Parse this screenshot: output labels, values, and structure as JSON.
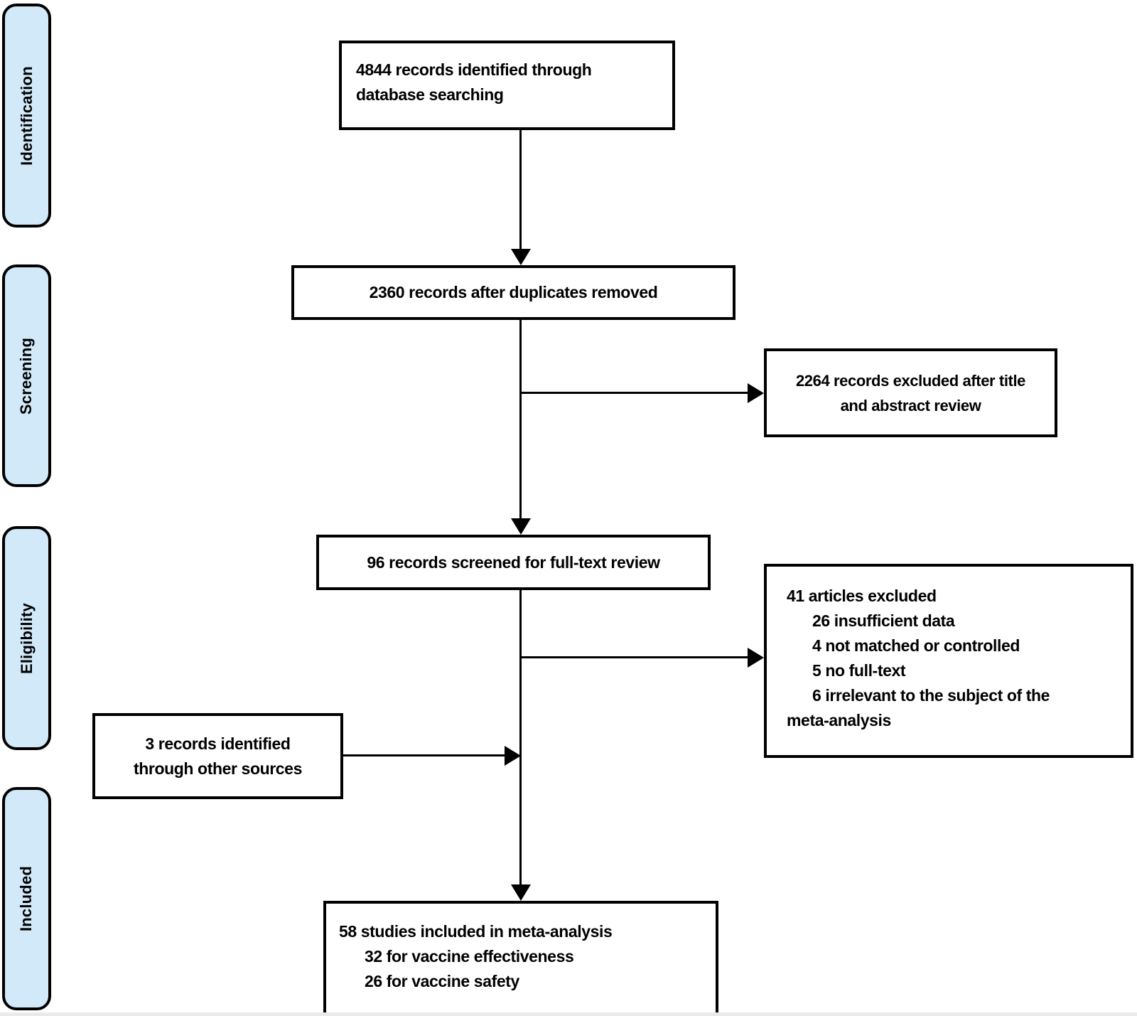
{
  "diagram": {
    "type": "prisma-flow-diagram",
    "colors": {
      "stage_fill": "#d2e9f9",
      "line_color": "#000000",
      "background": "#ffffff"
    },
    "stages": [
      {
        "label": "Identification"
      },
      {
        "label": "Screening"
      },
      {
        "label": "Eligibility"
      },
      {
        "label": "Included"
      }
    ],
    "boxes": {
      "identified": {
        "line1": "4844 records identified through",
        "line2": "database searching"
      },
      "deduplicated": {
        "line1": "2360 records after duplicates removed"
      },
      "excluded_title_abstract": {
        "line1": "2264 records excluded after title",
        "line2": "and abstract review"
      },
      "screened_fulltext": {
        "line1": "96 records screened for full-text review"
      },
      "excluded_fulltext": {
        "line1": "41 articles excluded",
        "line2": "26 insufficient data",
        "line3": "4 not matched or controlled",
        "line4": "5 no full-text",
        "line5": "6 irrelevant to the subject of the",
        "line6": "meta-analysis"
      },
      "other_sources": {
        "line1": "3 records identified",
        "line2": "through other sources"
      },
      "included_studies": {
        "line1": "58 studies included in meta-analysis",
        "line2": "32 for vaccine effectiveness",
        "line3": "26 for vaccine safety"
      }
    }
  }
}
